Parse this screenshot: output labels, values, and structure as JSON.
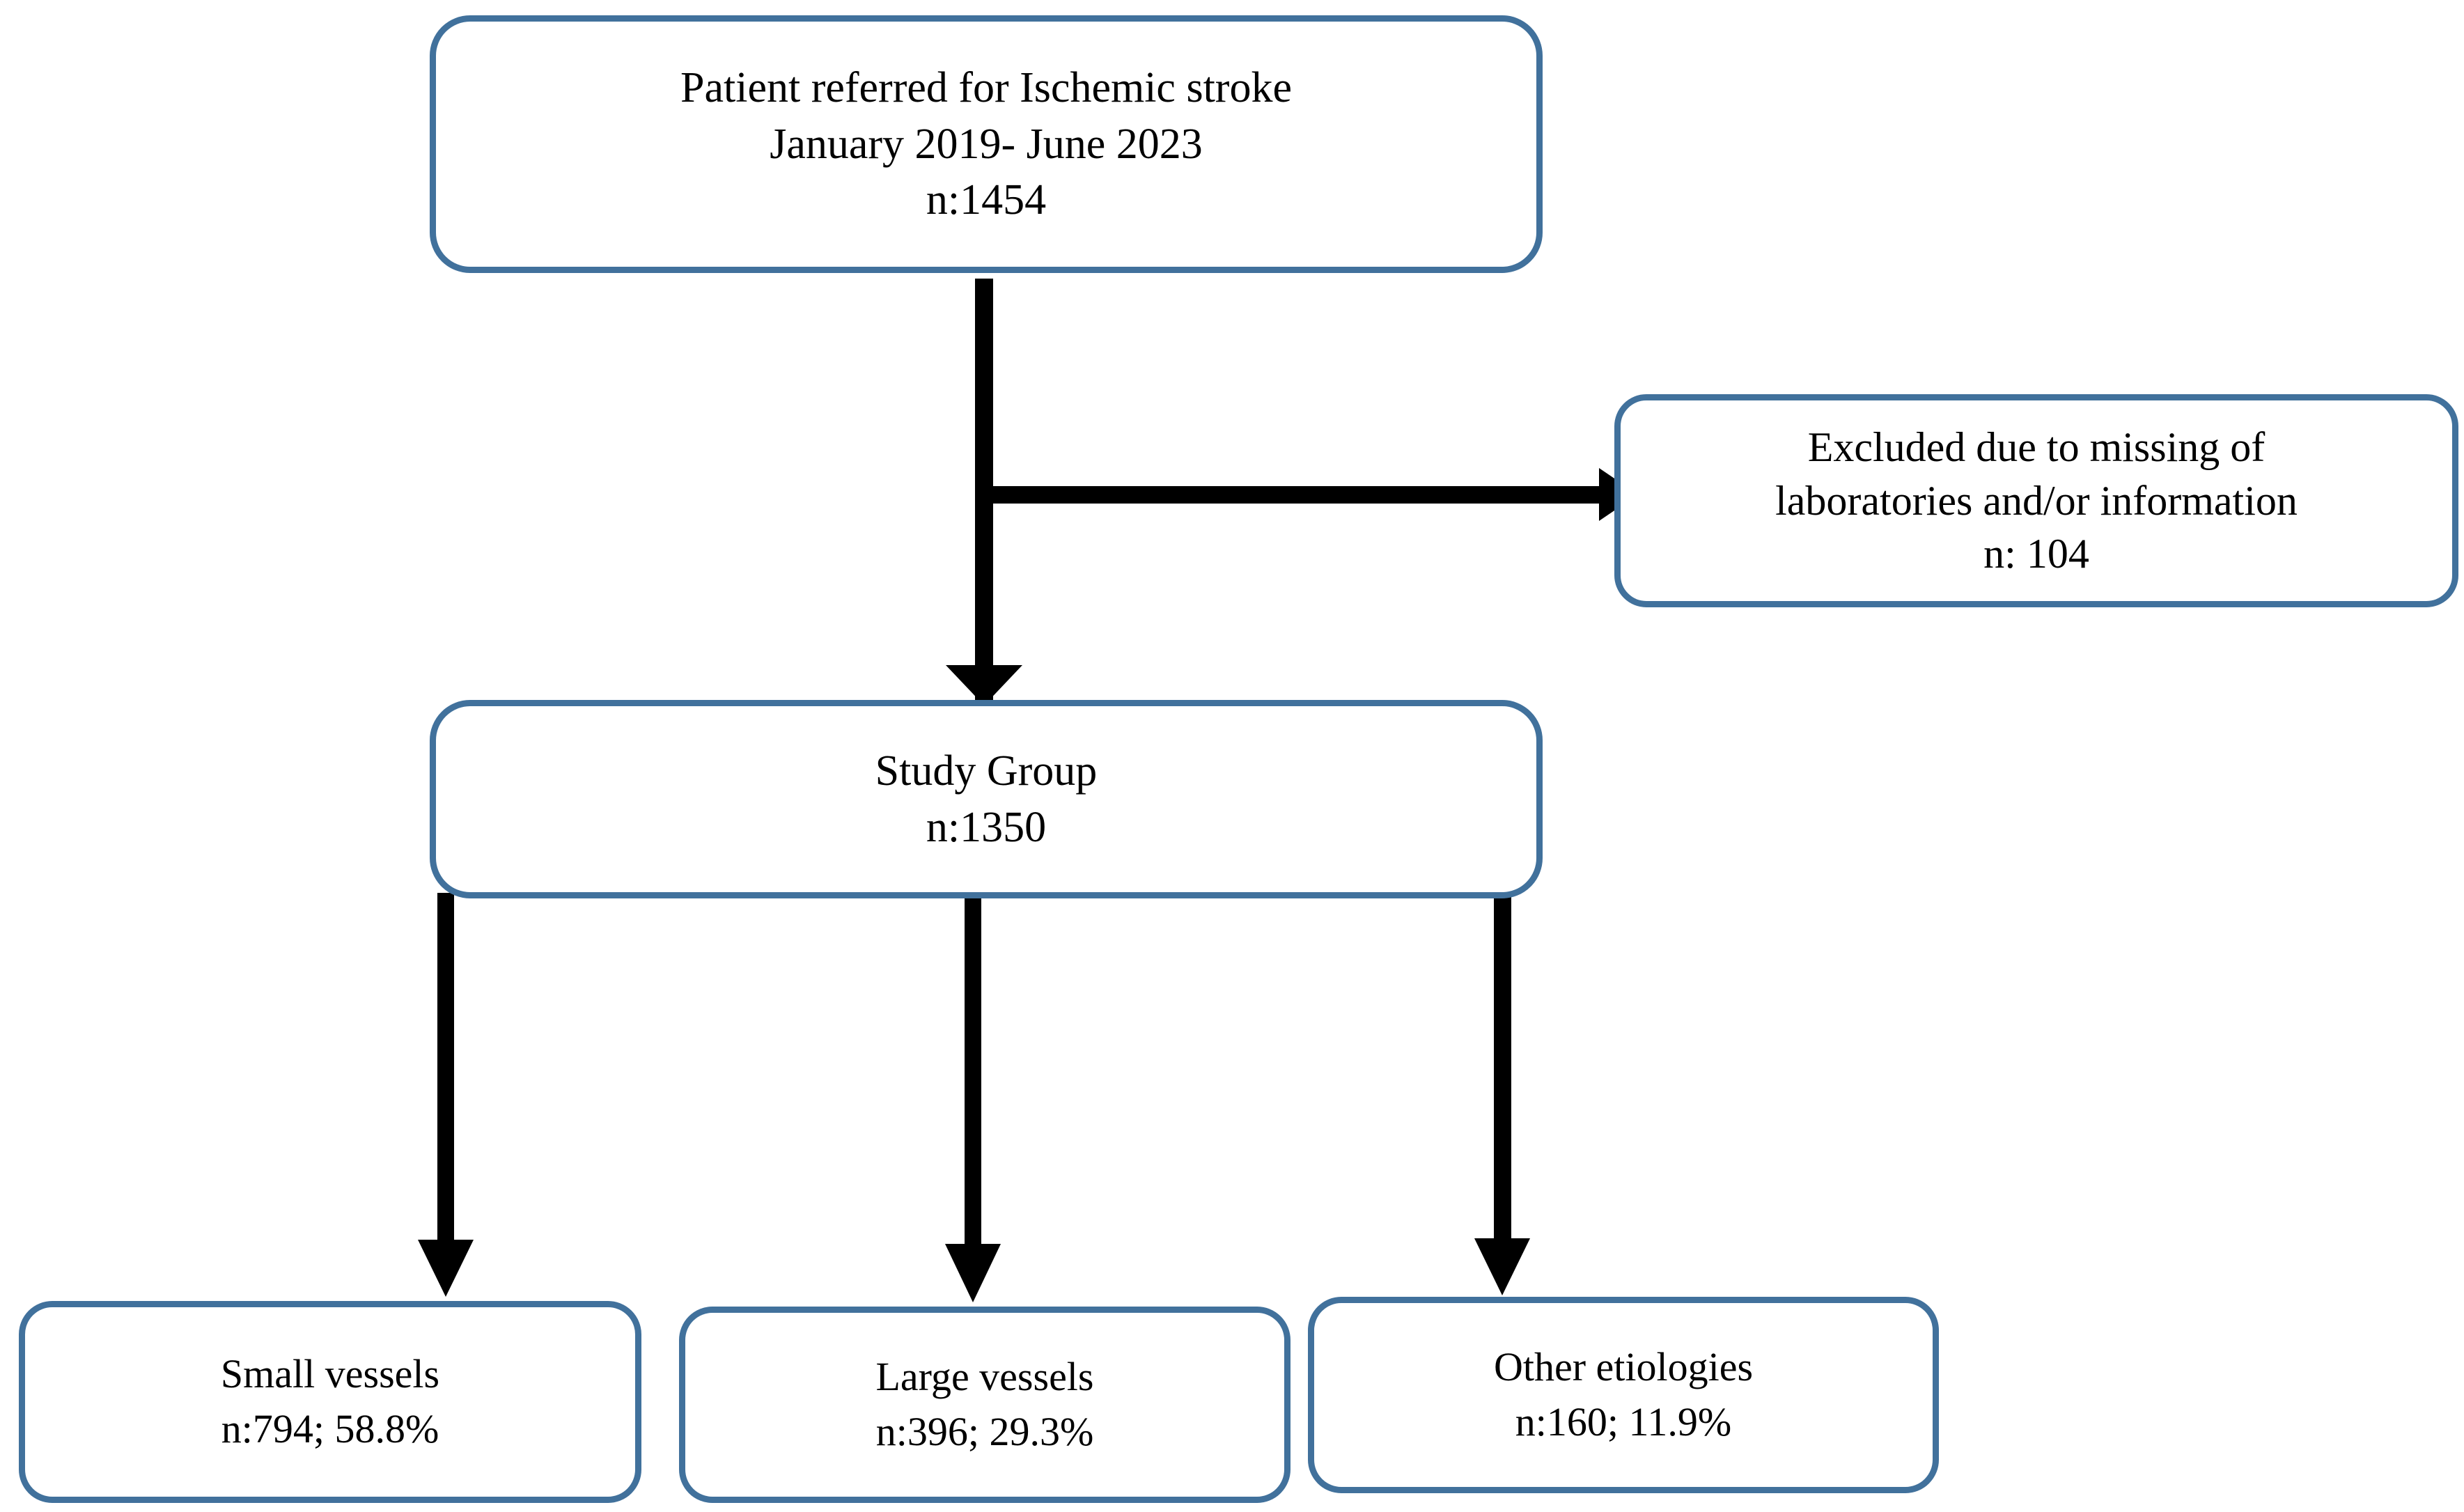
{
  "diagram": {
    "type": "flowchart",
    "title_present": false,
    "palette": {
      "node_border": "#41719c",
      "node_fill": "#ffffff",
      "connector": "#000000",
      "text": "#000000",
      "background": "#ffffff"
    },
    "nodes": [
      {
        "id": "referred",
        "name": "patient-referred-box",
        "lines": [
          "Patient referred for Ischemic stroke",
          "January 2019- June 2023",
          "n:1454"
        ],
        "count": 1454
      },
      {
        "id": "excluded",
        "name": "excluded-box",
        "lines": [
          "Excluded due to missing of",
          "laboratories and/or information",
          "n: 104"
        ],
        "count": 104
      },
      {
        "id": "study",
        "name": "study-group-box",
        "lines": [
          "Study Group",
          "n:1350"
        ],
        "count": 1350
      },
      {
        "id": "small",
        "name": "small-vessels-box",
        "lines": [
          "Small vessels",
          "n:794; 58.8%"
        ],
        "count": 794,
        "percent": "58.8%"
      },
      {
        "id": "large",
        "name": "large-vessels-box",
        "lines": [
          "Large vessels",
          "n:396; 29.3%"
        ],
        "count": 396,
        "percent": "29.3%"
      },
      {
        "id": "other",
        "name": "other-etiologies-box",
        "lines": [
          "Other etiologies",
          "n:160; 11.9%"
        ],
        "count": 160,
        "percent": "11.9%"
      }
    ],
    "edges": [
      {
        "from": "referred",
        "to": "excluded",
        "direction": "right",
        "label": ""
      },
      {
        "from": "referred",
        "to": "study",
        "direction": "down",
        "label": ""
      },
      {
        "from": "study",
        "to": "small",
        "direction": "down",
        "label": ""
      },
      {
        "from": "study",
        "to": "large",
        "direction": "down",
        "label": ""
      },
      {
        "from": "study",
        "to": "other",
        "direction": "down",
        "label": ""
      }
    ]
  }
}
